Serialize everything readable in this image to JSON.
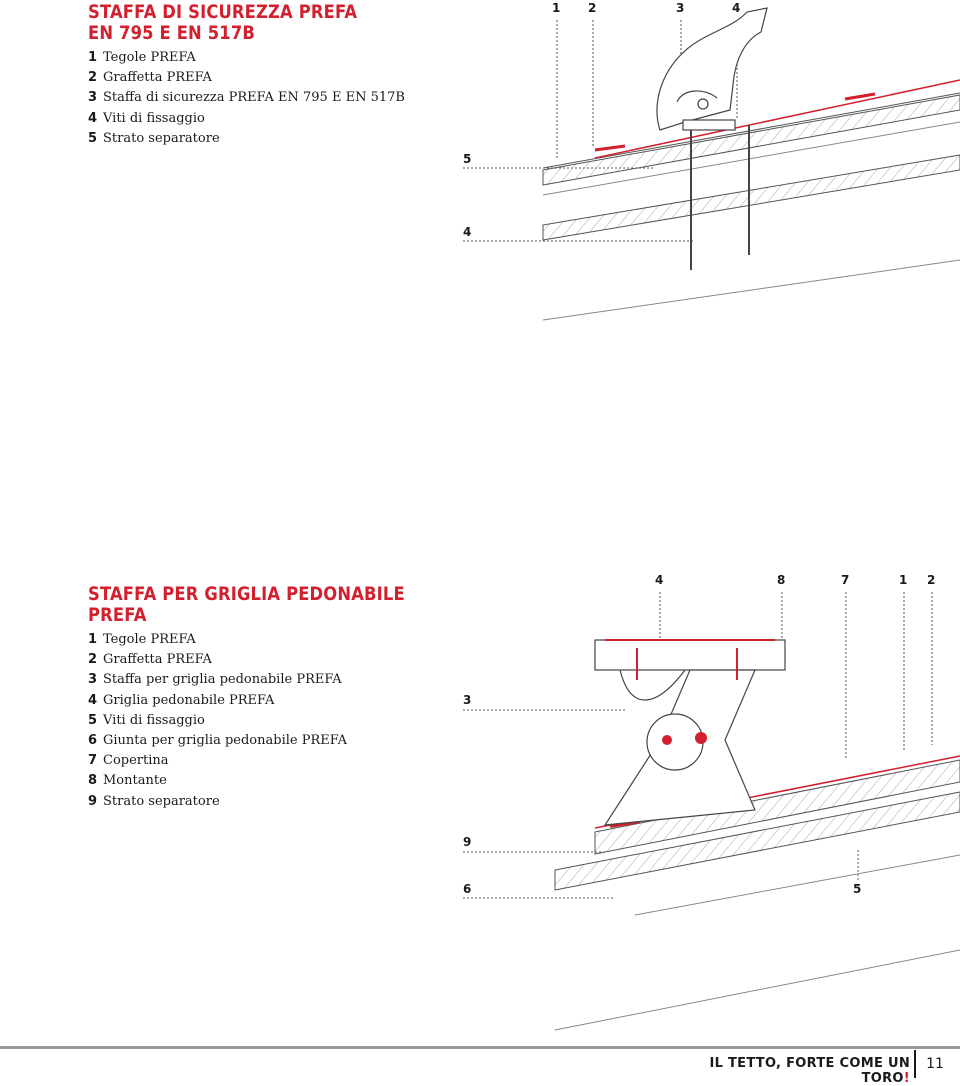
{
  "section1": {
    "title_line1": "STAFFA DI SICUREZZA PREFA",
    "title_line2": "EN 795 E EN 517B",
    "legend": [
      {
        "num": "1",
        "label": "Tegole PREFA"
      },
      {
        "num": "2",
        "label": "Graffetta PREFA"
      },
      {
        "num": "3",
        "label": "Staffa di sicurezza PREFA EN 795 E EN 517B"
      },
      {
        "num": "4",
        "label": "Viti di fissaggio"
      },
      {
        "num": "5",
        "label": "Strato separatore"
      }
    ],
    "callouts": {
      "c1": "1",
      "c2": "2",
      "c3": "3",
      "c4": "4",
      "c5": "5",
      "c4b": "4"
    }
  },
  "section2": {
    "title_line1": "STAFFA PER GRIGLIA PEDONABILE",
    "title_line2": "PREFA",
    "legend": [
      {
        "num": "1",
        "label": "Tegole PREFA"
      },
      {
        "num": "2",
        "label": "Graffetta PREFA"
      },
      {
        "num": "3",
        "label": "Staffa per griglia pedonabile PREFA"
      },
      {
        "num": "4",
        "label": "Griglia pedonabile PREFA"
      },
      {
        "num": "5",
        "label": "Viti di fissaggio"
      },
      {
        "num": "6",
        "label": "Giunta per griglia pedonabile PREFA"
      },
      {
        "num": "7",
        "label": "Copertina"
      },
      {
        "num": "8",
        "label": "Montante"
      },
      {
        "num": "9",
        "label": "Strato separatore"
      }
    ],
    "callouts": {
      "c4": "4",
      "c8": "8",
      "c7": "7",
      "c1": "1",
      "c2": "2",
      "c3": "3",
      "c9": "9",
      "c6": "6",
      "c5": "5"
    }
  },
  "footer": {
    "slogan_main": "IL TETTO, FORTE COME UN TORO",
    "slogan_mark": "!",
    "page_number": "11"
  },
  "colors": {
    "accent": "#d2202f",
    "line": "#4a4a4a",
    "hatch": "#9a9a9a"
  }
}
